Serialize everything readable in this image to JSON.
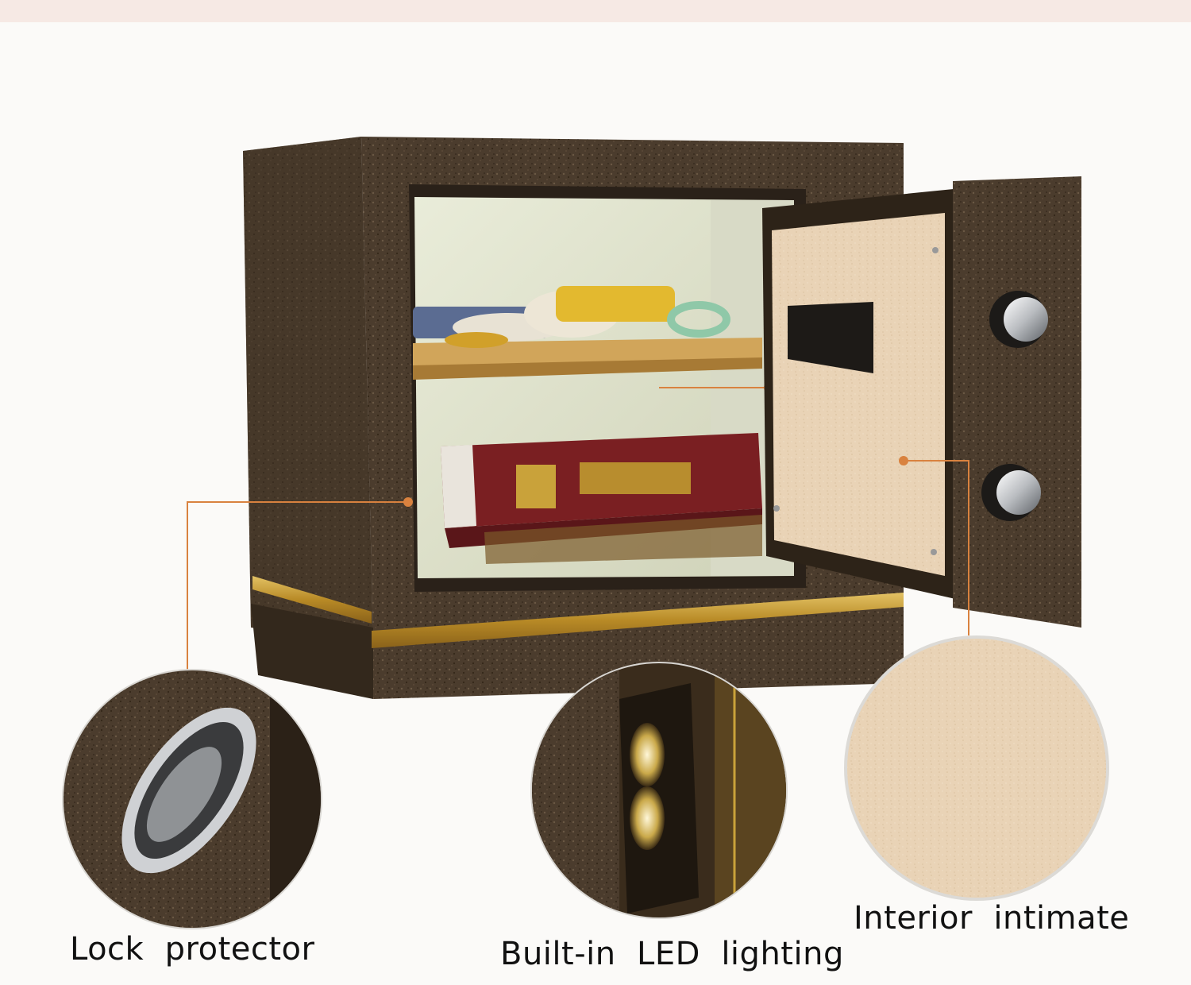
{
  "captions": {
    "lock_protector": "Lock  protector",
    "led_lighting": "Built-in  LED  lighting",
    "interior": "Interior  intimate"
  },
  "colors": {
    "safe_body": "#4a3b2c",
    "gold_trim": "#c9a23a",
    "callout_line": "#d9823f",
    "door_lining": "#e6d3bd"
  }
}
